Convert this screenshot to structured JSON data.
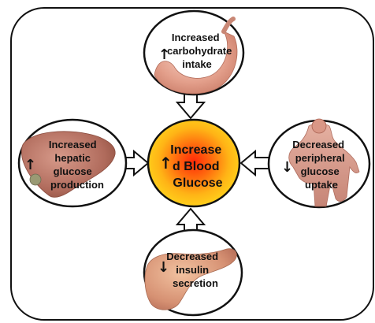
{
  "nodes": {
    "top": {
      "lines": [
        "Increased",
        "carbohydrate",
        "intake"
      ],
      "arrow": "↑",
      "organ": "stomach"
    },
    "left": {
      "lines": [
        "Increased",
        "hepatic",
        "glucose",
        "production"
      ],
      "arrow": "↑",
      "organ": "liver"
    },
    "right": {
      "lines": [
        "Decreased",
        "peripheral",
        "glucose",
        "uptake"
      ],
      "arrow": "↓",
      "organ": "muscle"
    },
    "bottom": {
      "lines": [
        "Decreased",
        "insulin",
        "secretion"
      ],
      "arrow": "↓",
      "organ": "pancreas"
    },
    "center": {
      "lines": [
        "Increase",
        "d Blood",
        "Glucose"
      ],
      "arrow": "↑"
    }
  },
  "icons": {
    "up": "up-arrow-icon",
    "down": "down-arrow-icon",
    "hollow": "hollow-block-arrow-icon"
  },
  "colors": {
    "center_core": "#ff3a0c",
    "center_mid": "#ff9a10",
    "center_edge": "#ffd21a",
    "outline": "#111111",
    "organ_pink": "#e7a493"
  }
}
